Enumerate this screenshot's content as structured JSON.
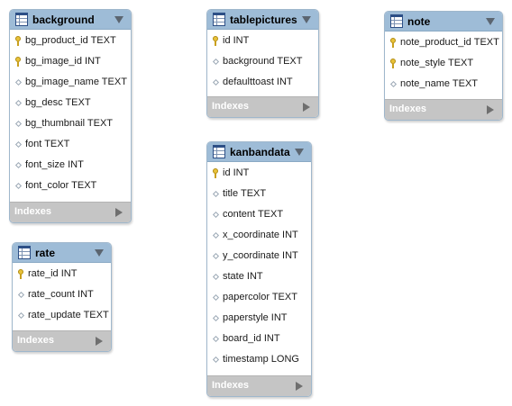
{
  "tables": [
    {
      "name": "background",
      "indexes_label": "Indexes",
      "columns": [
        {
          "text": "bg_product_id TEXT",
          "key": true
        },
        {
          "text": "bg_image_id INT",
          "key": true
        },
        {
          "text": "bg_image_name TEXT",
          "key": false
        },
        {
          "text": "bg_desc TEXT",
          "key": false
        },
        {
          "text": "bg_thumbnail TEXT",
          "key": false
        },
        {
          "text": "font TEXT",
          "key": false
        },
        {
          "text": "font_size INT",
          "key": false
        },
        {
          "text": "font_color TEXT",
          "key": false
        }
      ]
    },
    {
      "name": "tablepictures",
      "indexes_label": "Indexes",
      "columns": [
        {
          "text": "id INT",
          "key": true
        },
        {
          "text": "background TEXT",
          "key": false
        },
        {
          "text": "defaulttoast INT",
          "key": false
        }
      ]
    },
    {
      "name": "note",
      "indexes_label": "Indexes",
      "columns": [
        {
          "text": "note_product_id TEXT",
          "key": true
        },
        {
          "text": "note_style TEXT",
          "key": true
        },
        {
          "text": "note_name TEXT",
          "key": false
        }
      ]
    },
    {
      "name": "kanbandata",
      "indexes_label": "Indexes",
      "columns": [
        {
          "text": "id INT",
          "key": true
        },
        {
          "text": "title TEXT",
          "key": false
        },
        {
          "text": "content TEXT",
          "key": false
        },
        {
          "text": "x_coordinate INT",
          "key": false
        },
        {
          "text": "y_coordinate INT",
          "key": false
        },
        {
          "text": "state INT",
          "key": false
        },
        {
          "text": "papercolor TEXT",
          "key": false
        },
        {
          "text": "paperstyle INT",
          "key": false
        },
        {
          "text": "board_id INT",
          "key": false
        },
        {
          "text": "timestamp LONG",
          "key": false
        }
      ]
    },
    {
      "name": "rate",
      "indexes_label": "Indexes",
      "columns": [
        {
          "text": "rate_id INT",
          "key": true
        },
        {
          "text": "rate_count INT",
          "key": false
        },
        {
          "text": "rate_update TEXT",
          "key": false
        }
      ]
    }
  ],
  "colors": {
    "header": "#9ebcd7",
    "footer": "#c5c5c5",
    "border": "#9fb7cc"
  },
  "icons": {
    "table": "table-grid-icon",
    "primary_key": "key-icon",
    "column": "diamond-icon",
    "collapse": "triangle-down-icon",
    "expand_indexes": "triangle-right-icon"
  }
}
